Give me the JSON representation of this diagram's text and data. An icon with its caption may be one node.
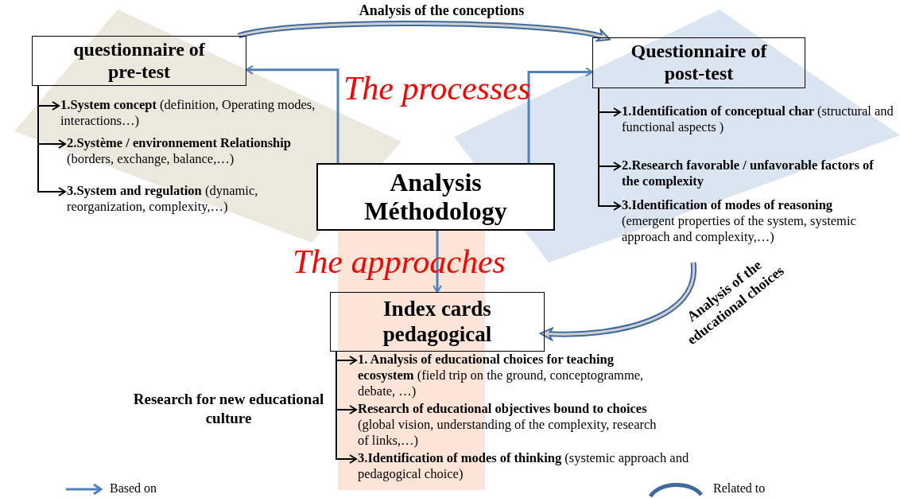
{
  "diagram": {
    "nodes": [
      {
        "text": [
          "questionnaire  of pre-test"
        ]
      },
      {
        "text": [
          "**1.System concept** (definition, Operating modes, interactions…)"
        ]
      },
      {
        "text": [
          "**2.Système / environnement Relationship** (borders, exchange, balance,…)"
        ]
      },
      {
        "text": [
          "**3.System and regulation** (dynamic, reorganization, complexity,…)"
        ]
      },
      {
        "text": [
          "Questionnaire of post-test"
        ]
      },
      {
        "text": [
          "**1.Identification of conceptual char** (structural and functional aspects )"
        ]
      },
      {
        "text": [
          "**2.Research favorable / unfavorable factors of the complexity**"
        ]
      },
      {
        "text": [
          "**3.Identification of modes of reasoning** (emergent properties of the system, systemic approach and complexity,…)"
        ]
      },
      {
        "text": [
          "Analysis Méthodology"
        ]
      },
      {
        "text": [
          "Index cards pedagogical"
        ]
      },
      {
        "text": [
          "**1. Analysis of educational choices for teaching ecosystem** (field trip on the ground, conceptogramme, debate, …)"
        ]
      },
      {
        "text": [
          "**Research of educational objectives bound to choices** (global vision, understanding of the complexity, research of links,…)"
        ]
      },
      {
        "text": [
          "**3.Identification of modes of thinking** (systemic approach and pedagogical choice)"
        ]
      }
    ],
    "edges": [
      {
        "from": 8,
        "to": 0,
        "arrow": "to",
        "color": "#4f81bd"
      },
      {
        "from": 8,
        "to": 4,
        "arrow": "to",
        "color": "#4f81bd"
      },
      {
        "from": 8,
        "to": 9,
        "arrow": "to",
        "color": "#4f81bd"
      },
      {
        "from": 0,
        "to": 1,
        "arrow": "to"
      },
      {
        "from": 0,
        "to": 2,
        "arrow": "to"
      },
      {
        "from": 0,
        "to": 3,
        "arrow": "to"
      },
      {
        "from": 4,
        "to": 5,
        "arrow": "to"
      },
      {
        "from": 4,
        "to": 6,
        "arrow": "to"
      },
      {
        "from": 4,
        "to": 7,
        "arrow": "to"
      },
      {
        "from": 9,
        "to": 10,
        "arrow": "to"
      },
      {
        "from": 9,
        "to": 11,
        "arrow": "to"
      },
      {
        "from": 9,
        "to": 12,
        "arrow": "to"
      },
      {
        "from": 0,
        "to": 4,
        "arrow": "to",
        "label": "Analysis of the conceptions",
        "style": "thick",
        "color": "#3e6aa0"
      },
      {
        "from": 7,
        "to": 9,
        "arrow": "to",
        "label": "Analysis of the educational choices",
        "style": "thick",
        "color": "#3e6aa0"
      }
    ],
    "labels": [
      "The processes",
      "The approaches",
      "Research for new educational culture"
    ],
    "legend": [
      {
        "text": "Based on"
      },
      {
        "text": "Related to"
      }
    ]
  }
}
